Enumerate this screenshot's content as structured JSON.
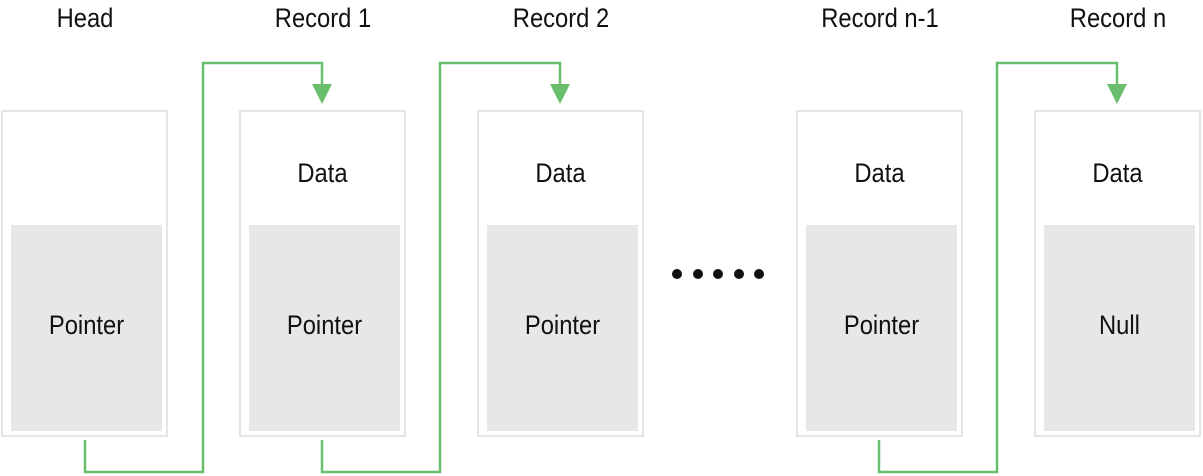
{
  "nodes": [
    {
      "title": "Head",
      "data": "",
      "field": "Pointer"
    },
    {
      "title": "Record 1",
      "data": "Data",
      "field": "Pointer"
    },
    {
      "title": "Record 2",
      "data": "Data",
      "field": "Pointer"
    },
    {
      "title": "Record n-1",
      "data": "Data",
      "field": "Pointer"
    },
    {
      "title": "Record n",
      "data": "Data",
      "field": "Null"
    }
  ],
  "colors": {
    "link": "#6abf6e",
    "border": "#e5e5e5",
    "field_fill": "#e7e7e7",
    "text": "#111111"
  }
}
